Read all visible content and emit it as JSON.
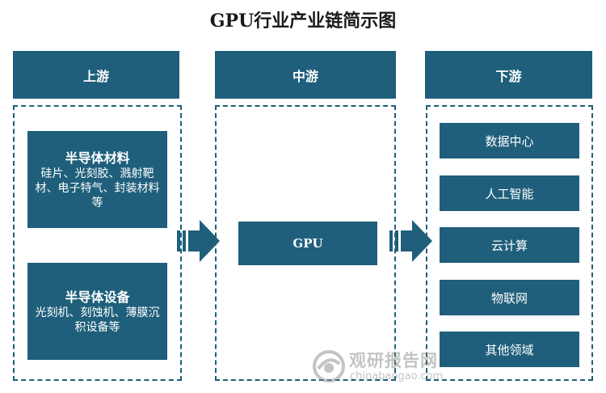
{
  "title": "GPU行业产业链简示图",
  "columns": {
    "upstream": {
      "header": "上游",
      "blocks": [
        {
          "title": "半导体材料",
          "desc": "硅片、光刻胶、溅射靶材、电子特气、封装材料等"
        },
        {
          "title": "半导体设备",
          "desc": "光刻机、刻蚀机、薄膜沉积设备等"
        }
      ]
    },
    "midstream": {
      "header": "中游",
      "blocks": [
        {
          "title": "GPU"
        }
      ]
    },
    "downstream": {
      "header": "下游",
      "blocks": [
        {
          "title": "数据中心"
        },
        {
          "title": "人工智能"
        },
        {
          "title": "云计算"
        },
        {
          "title": "物联网"
        },
        {
          "title": "其他领域"
        }
      ]
    }
  },
  "watermark": {
    "cn": "观研报告网",
    "en": "chinabaogao.com"
  },
  "colors": {
    "primary": "#1f5f7b",
    "border": "#1f5f7b",
    "text_on_primary": "#ffffff"
  }
}
